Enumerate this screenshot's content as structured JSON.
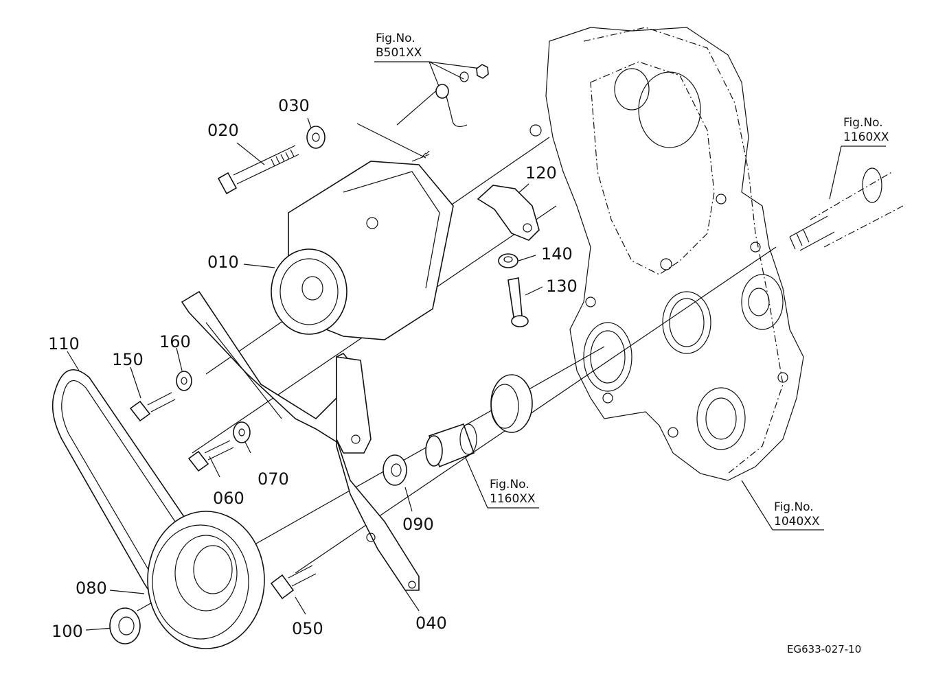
{
  "diagram": {
    "title": "Alternator and belt assembly exploded view",
    "drawing_code": "EG633-027-10",
    "part_labels": [
      {
        "id": "010",
        "text": "010"
      },
      {
        "id": "020",
        "text": "020"
      },
      {
        "id": "030",
        "text": "030"
      },
      {
        "id": "040",
        "text": "040"
      },
      {
        "id": "050",
        "text": "050"
      },
      {
        "id": "060",
        "text": "060"
      },
      {
        "id": "070",
        "text": "070"
      },
      {
        "id": "080",
        "text": "080"
      },
      {
        "id": "090",
        "text": "090"
      },
      {
        "id": "100",
        "text": "100"
      },
      {
        "id": "110",
        "text": "110"
      },
      {
        "id": "120",
        "text": "120"
      },
      {
        "id": "130",
        "text": "130"
      },
      {
        "id": "140",
        "text": "140"
      },
      {
        "id": "150",
        "text": "150"
      },
      {
        "id": "160",
        "text": "160"
      }
    ],
    "figure_refs": [
      {
        "line1": "Fig.No.",
        "line2": "B501XX"
      },
      {
        "line1": "Fig.No.",
        "line2": "1160XX"
      },
      {
        "line1": "Fig.No.",
        "line2": "1160XX"
      },
      {
        "line1": "Fig.No.",
        "line2": "1040XX"
      }
    ]
  }
}
